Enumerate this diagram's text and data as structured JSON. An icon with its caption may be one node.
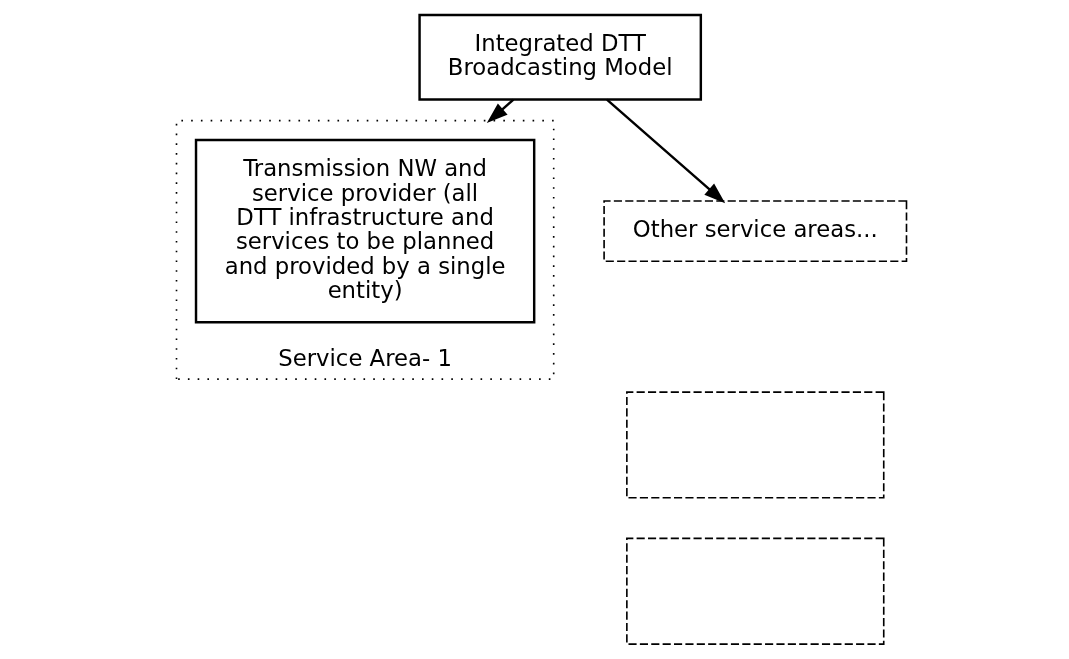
{
  "diagram": {
    "nodes": [
      {
        "text": [
          "Integrated DTT Broadcasting Model"
        ]
      },
      {
        "text": [
          "Service Area- 1"
        ]
      },
      {
        "text": [
          "Transmission NW and service provider (all DTT infrastructure and services to be planned and provided by a single entity)"
        ],
        "in": 1
      },
      {
        "text": [
          "Other service areas..."
        ]
      },
      {
        "text": [],
        "shape": "box"
      },
      {
        "text": [],
        "shape": "box"
      }
    ],
    "edges": [
      {
        "from": 0,
        "to": 1,
        "arrow": "to"
      },
      {
        "from": 0,
        "to": 3,
        "arrow": "to"
      }
    ]
  }
}
